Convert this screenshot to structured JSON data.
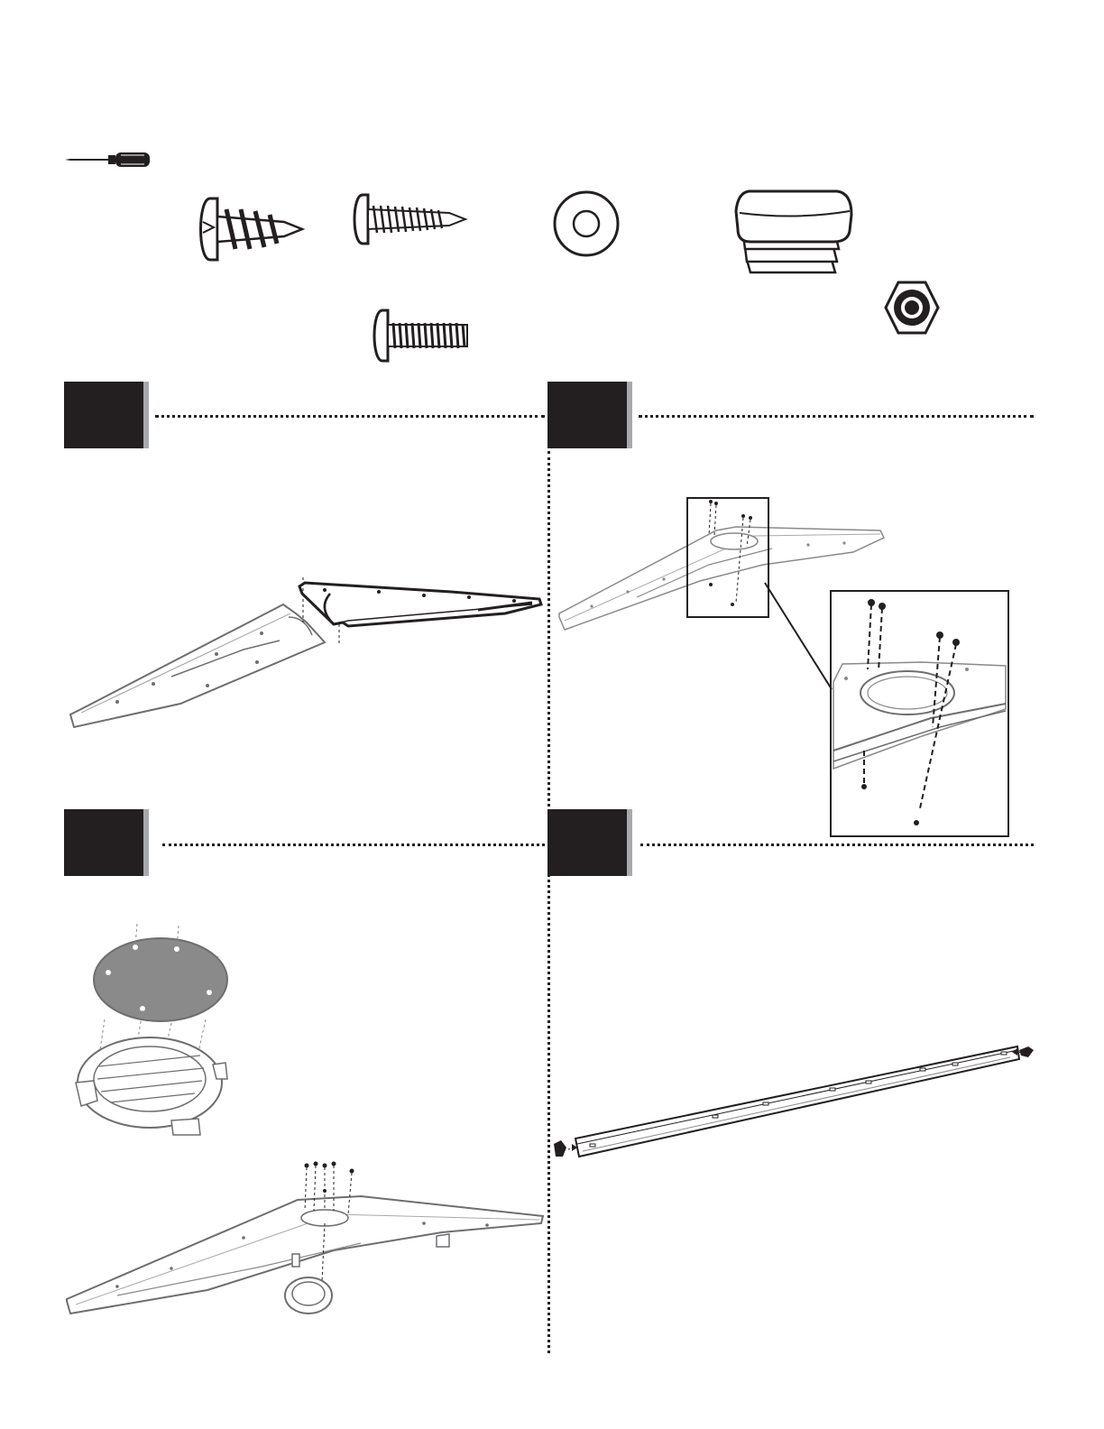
{
  "page": {
    "background": "#ffffff"
  },
  "tools": {
    "screwdriver": "screwdriver-icon"
  },
  "hardware": [
    {
      "name": "pan-head-tapping-screw-large"
    },
    {
      "name": "pan-head-tapping-screw-long"
    },
    {
      "name": "flat-washer"
    },
    {
      "name": "square-tube-end-cap"
    },
    {
      "name": "pan-head-machine-screw"
    },
    {
      "name": "lock-nut"
    }
  ],
  "steps": [
    {
      "id": "step-1",
      "badge_color": "#231f20",
      "shadow_color": "#a7a9ac"
    },
    {
      "id": "step-2",
      "badge_color": "#231f20",
      "shadow_color": "#a7a9ac"
    },
    {
      "id": "step-3",
      "badge_color": "#231f20",
      "shadow_color": "#a7a9ac"
    },
    {
      "id": "step-4",
      "badge_color": "#231f20",
      "shadow_color": "#a7a9ac"
    }
  ],
  "colors": {
    "ink": "#231f20",
    "panel_gray": "#8a8a8a",
    "line_gray": "#6d6e71"
  }
}
